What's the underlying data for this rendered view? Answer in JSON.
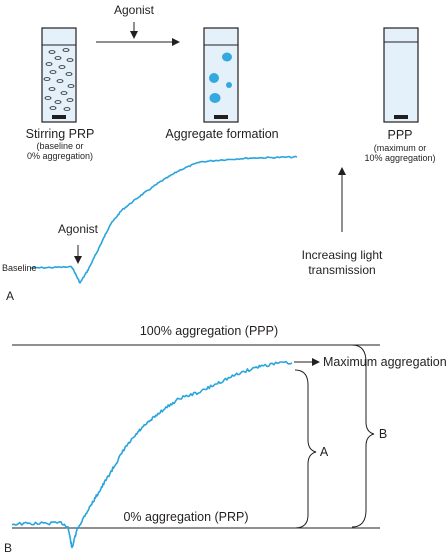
{
  "panel_a": {
    "tag": "A",
    "agonist_top": "Agonist",
    "tube1": {
      "title": "Stirring PRP",
      "sub1": "(baseline or",
      "sub2": "0% aggregation)"
    },
    "tube2": {
      "title": "Aggregate formation"
    },
    "tube3": {
      "title": "PPP",
      "sub1": "(maximum or",
      "sub2": "10% aggregation)"
    },
    "agonist_trace": "Agonist",
    "baseline": "Baseline",
    "light1": "Increasing light",
    "light2": "transmission"
  },
  "panel_b": {
    "tag": "B",
    "top_line": "100% aggregation (PPP)",
    "bottom_line": "0% aggregation (PRP)",
    "max_label": "Maximum aggregation",
    "brace_a": "A",
    "brace_b": "B"
  },
  "colors": {
    "trace": "#2aa5dc",
    "aggregate": "#33a9e0",
    "tube_fill": "#e4f1fb",
    "ink": "#231f20"
  }
}
